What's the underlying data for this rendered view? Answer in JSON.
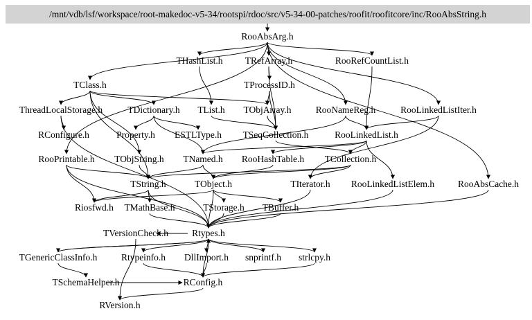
{
  "diagram": {
    "type": "include-dependency-graph",
    "root": "/mnt/vdb/lsf/workspace/root-makedoc-v5-34/rootspi/rdoc/src/v5-34-00-patches/roofit/roofitcore/inc/RooAbsString.h",
    "nodes": [
      {
        "id": "RooAbsArg",
        "label": "RooAbsArg.h"
      },
      {
        "id": "THashList",
        "label": "THashList.h"
      },
      {
        "id": "TRefArray",
        "label": "TRefArray.h"
      },
      {
        "id": "RooRefCountList",
        "label": "RooRefCountList.h"
      },
      {
        "id": "TClass",
        "label": "TClass.h"
      },
      {
        "id": "TProcessID",
        "label": "TProcessID.h"
      },
      {
        "id": "ThreadLocalStorage",
        "label": "ThreadLocalStorage.h"
      },
      {
        "id": "TDictionary",
        "label": "TDictionary.h"
      },
      {
        "id": "TList",
        "label": "TList.h"
      },
      {
        "id": "TObjArray",
        "label": "TObjArray.h"
      },
      {
        "id": "RooNameReg",
        "label": "RooNameReg.h"
      },
      {
        "id": "RooLinkedListIter",
        "label": "RooLinkedListIter.h"
      },
      {
        "id": "RConfigure",
        "label": "RConfigure.h"
      },
      {
        "id": "Property",
        "label": "Property.h"
      },
      {
        "id": "ESTLType",
        "label": "ESTLType.h"
      },
      {
        "id": "TSeqCollection",
        "label": "TSeqCollection.h"
      },
      {
        "id": "RooLinkedList",
        "label": "RooLinkedList.h"
      },
      {
        "id": "RooPrintable",
        "label": "RooPrintable.h"
      },
      {
        "id": "TObjString",
        "label": "TObjString.h"
      },
      {
        "id": "TNamed",
        "label": "TNamed.h"
      },
      {
        "id": "RooHashTable",
        "label": "RooHashTable.h"
      },
      {
        "id": "TCollection",
        "label": "TCollection.h"
      },
      {
        "id": "TString",
        "label": "TString.h"
      },
      {
        "id": "TObject",
        "label": "TObject.h"
      },
      {
        "id": "TIterator",
        "label": "TIterator.h"
      },
      {
        "id": "RooLinkedListElem",
        "label": "RooLinkedListElem.h"
      },
      {
        "id": "RooAbsCache",
        "label": "RooAbsCache.h"
      },
      {
        "id": "Riosfwd",
        "label": "Riosfwd.h"
      },
      {
        "id": "TMathBase",
        "label": "TMathBase.h"
      },
      {
        "id": "TStorage",
        "label": "TStorage.h"
      },
      {
        "id": "TBuffer",
        "label": "TBuffer.h"
      },
      {
        "id": "TVersionCheck",
        "label": "TVersionCheck.h"
      },
      {
        "id": "Rtypes",
        "label": "Rtypes.h"
      },
      {
        "id": "TGenericClassInfo",
        "label": "TGenericClassInfo.h"
      },
      {
        "id": "Rtypeinfo",
        "label": "Rtypeinfo.h"
      },
      {
        "id": "DllImport",
        "label": "DllImport.h"
      },
      {
        "id": "snprintf",
        "label": "snprintf.h"
      },
      {
        "id": "strlcpy",
        "label": "strlcpy.h"
      },
      {
        "id": "TSchemaHelper",
        "label": "TSchemaHelper.h"
      },
      {
        "id": "RConfig",
        "label": "RConfig.h"
      },
      {
        "id": "RVersion",
        "label": "RVersion.h"
      }
    ],
    "edges": [
      [
        "ROOT",
        "RooAbsArg"
      ],
      [
        "RooAbsArg",
        "TClass"
      ],
      [
        "RooAbsArg",
        "THashList"
      ],
      [
        "RooAbsArg",
        "TRefArray"
      ],
      [
        "RooAbsArg",
        "RooRefCountList"
      ],
      [
        "RooAbsArg",
        "RooNameReg"
      ],
      [
        "RooAbsArg",
        "RooLinkedListIter"
      ],
      [
        "RooAbsArg",
        "RooAbsCache"
      ],
      [
        "RooAbsArg",
        "RooPrintable"
      ],
      [
        "THashList",
        "TList"
      ],
      [
        "TRefArray",
        "TProcessID"
      ],
      [
        "TProcessID",
        "TObjArray"
      ],
      [
        "TRefArray",
        "TSeqCollection"
      ],
      [
        "TProcessID",
        "TSeqCollection"
      ],
      [
        "TClass",
        "ThreadLocalStorage"
      ],
      [
        "TClass",
        "TDictionary"
      ],
      [
        "TClass",
        "TObjArray"
      ],
      [
        "TClass",
        "TString"
      ],
      [
        "TClass",
        "TObjString"
      ],
      [
        "ThreadLocalStorage",
        "RConfigure"
      ],
      [
        "ThreadLocalStorage",
        "Rtypes"
      ],
      [
        "TDictionary",
        "Property"
      ],
      [
        "TDictionary",
        "ESTLType"
      ],
      [
        "TDictionary",
        "TNamed"
      ],
      [
        "TList",
        "TSeqCollection"
      ],
      [
        "TObjArray",
        "TSeqCollection"
      ],
      [
        "TSeqCollection",
        "TCollection"
      ],
      [
        "RooNameReg",
        "RooLinkedList"
      ],
      [
        "RooNameReg",
        "TNamed"
      ],
      [
        "RooRefCountList",
        "RooLinkedList"
      ],
      [
        "RooLinkedListIter",
        "RooLinkedList"
      ],
      [
        "RooLinkedListIter",
        "TIterator"
      ],
      [
        "RooLinkedList",
        "TNamed"
      ],
      [
        "RooLinkedList",
        "RooHashTable"
      ],
      [
        "RooLinkedList",
        "TCollection"
      ],
      [
        "RooLinkedList",
        "RooLinkedListElem"
      ],
      [
        "RooPrintable",
        "TString"
      ],
      [
        "RooPrintable",
        "Riosfwd"
      ],
      [
        "RooPrintable",
        "Rtypes"
      ],
      [
        "TObjString",
        "TString"
      ],
      [
        "TNamed",
        "TObject"
      ],
      [
        "TNamed",
        "TString"
      ],
      [
        "RooHashTable",
        "TObject"
      ],
      [
        "TCollection",
        "TObject"
      ],
      [
        "TCollection",
        "TIterator"
      ],
      [
        "TCollection",
        "TString"
      ],
      [
        "TString",
        "Riosfwd"
      ],
      [
        "TString",
        "TMathBase"
      ],
      [
        "TString",
        "Rtypes"
      ],
      [
        "TObject",
        "Rtypes"
      ],
      [
        "TObject",
        "TStorage"
      ],
      [
        "TObject",
        "TBuffer"
      ],
      [
        "TObject",
        "Riosfwd"
      ],
      [
        "TIterator",
        "Rtypes"
      ],
      [
        "RooLinkedListElem",
        "Rtypes"
      ],
      [
        "RooAbsCache",
        "Rtypes"
      ],
      [
        "TStorage",
        "Rtypes"
      ],
      [
        "TBuffer",
        "Rtypes"
      ],
      [
        "TMathBase",
        "Rtypes"
      ],
      [
        "Rtypes",
        "Rtypeinfo"
      ],
      [
        "Rtypes",
        "DllImport"
      ],
      [
        "Rtypes",
        "snprintf"
      ],
      [
        "Rtypes",
        "strlcpy"
      ],
      [
        "Rtypes",
        "RConfig"
      ],
      [
        "Rtypes",
        "TGenericClassInfo"
      ],
      [
        "TVersionCheck",
        "RVersion"
      ],
      [
        "Rtypes",
        "TVersionCheck"
      ],
      [
        "TGenericClassInfo",
        "TSchemaHelper"
      ],
      [
        "TGenericClassInfo",
        "Rtypes"
      ],
      [
        "Rtypeinfo",
        "RConfig"
      ],
      [
        "DllImport",
        "RConfig"
      ],
      [
        "strlcpy",
        "RConfig"
      ],
      [
        "TSchemaHelper",
        "RConfig"
      ],
      [
        "RConfig",
        "RVersion"
      ]
    ]
  }
}
